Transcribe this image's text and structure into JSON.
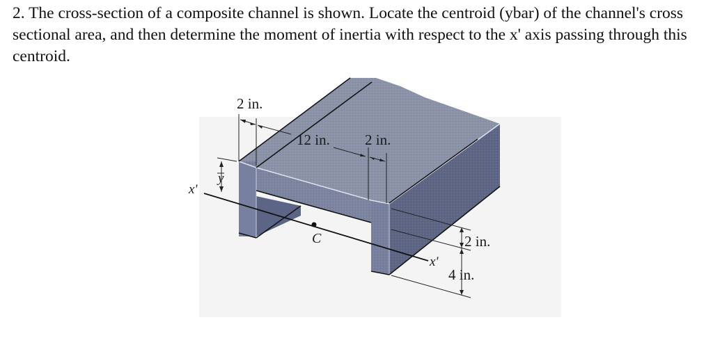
{
  "problem": {
    "number": "2.",
    "text": "2. The cross-section of a composite channel is shown. Locate the centroid (ybar) of the channel's cross sectional area, and then determine the moment of inertia with respect to the x' axis passing through this centroid."
  },
  "figure": {
    "labels": {
      "flange_width_left": "2 in.",
      "web_width": "12 in.",
      "flange_width_right": "2 in.",
      "web_thickness": "2 in.",
      "flange_depth": "4 in.",
      "ybar": "y",
      "axis_left": "x'",
      "axis_right": "x'",
      "centroid": "C"
    },
    "colors": {
      "top_face": "#8890a6",
      "front_face": "#7a82a0",
      "side_face": "#5f6888",
      "edge_highlight": "#d8dcea",
      "outline": "#141414",
      "background_shade": "#f3f3f3"
    }
  }
}
